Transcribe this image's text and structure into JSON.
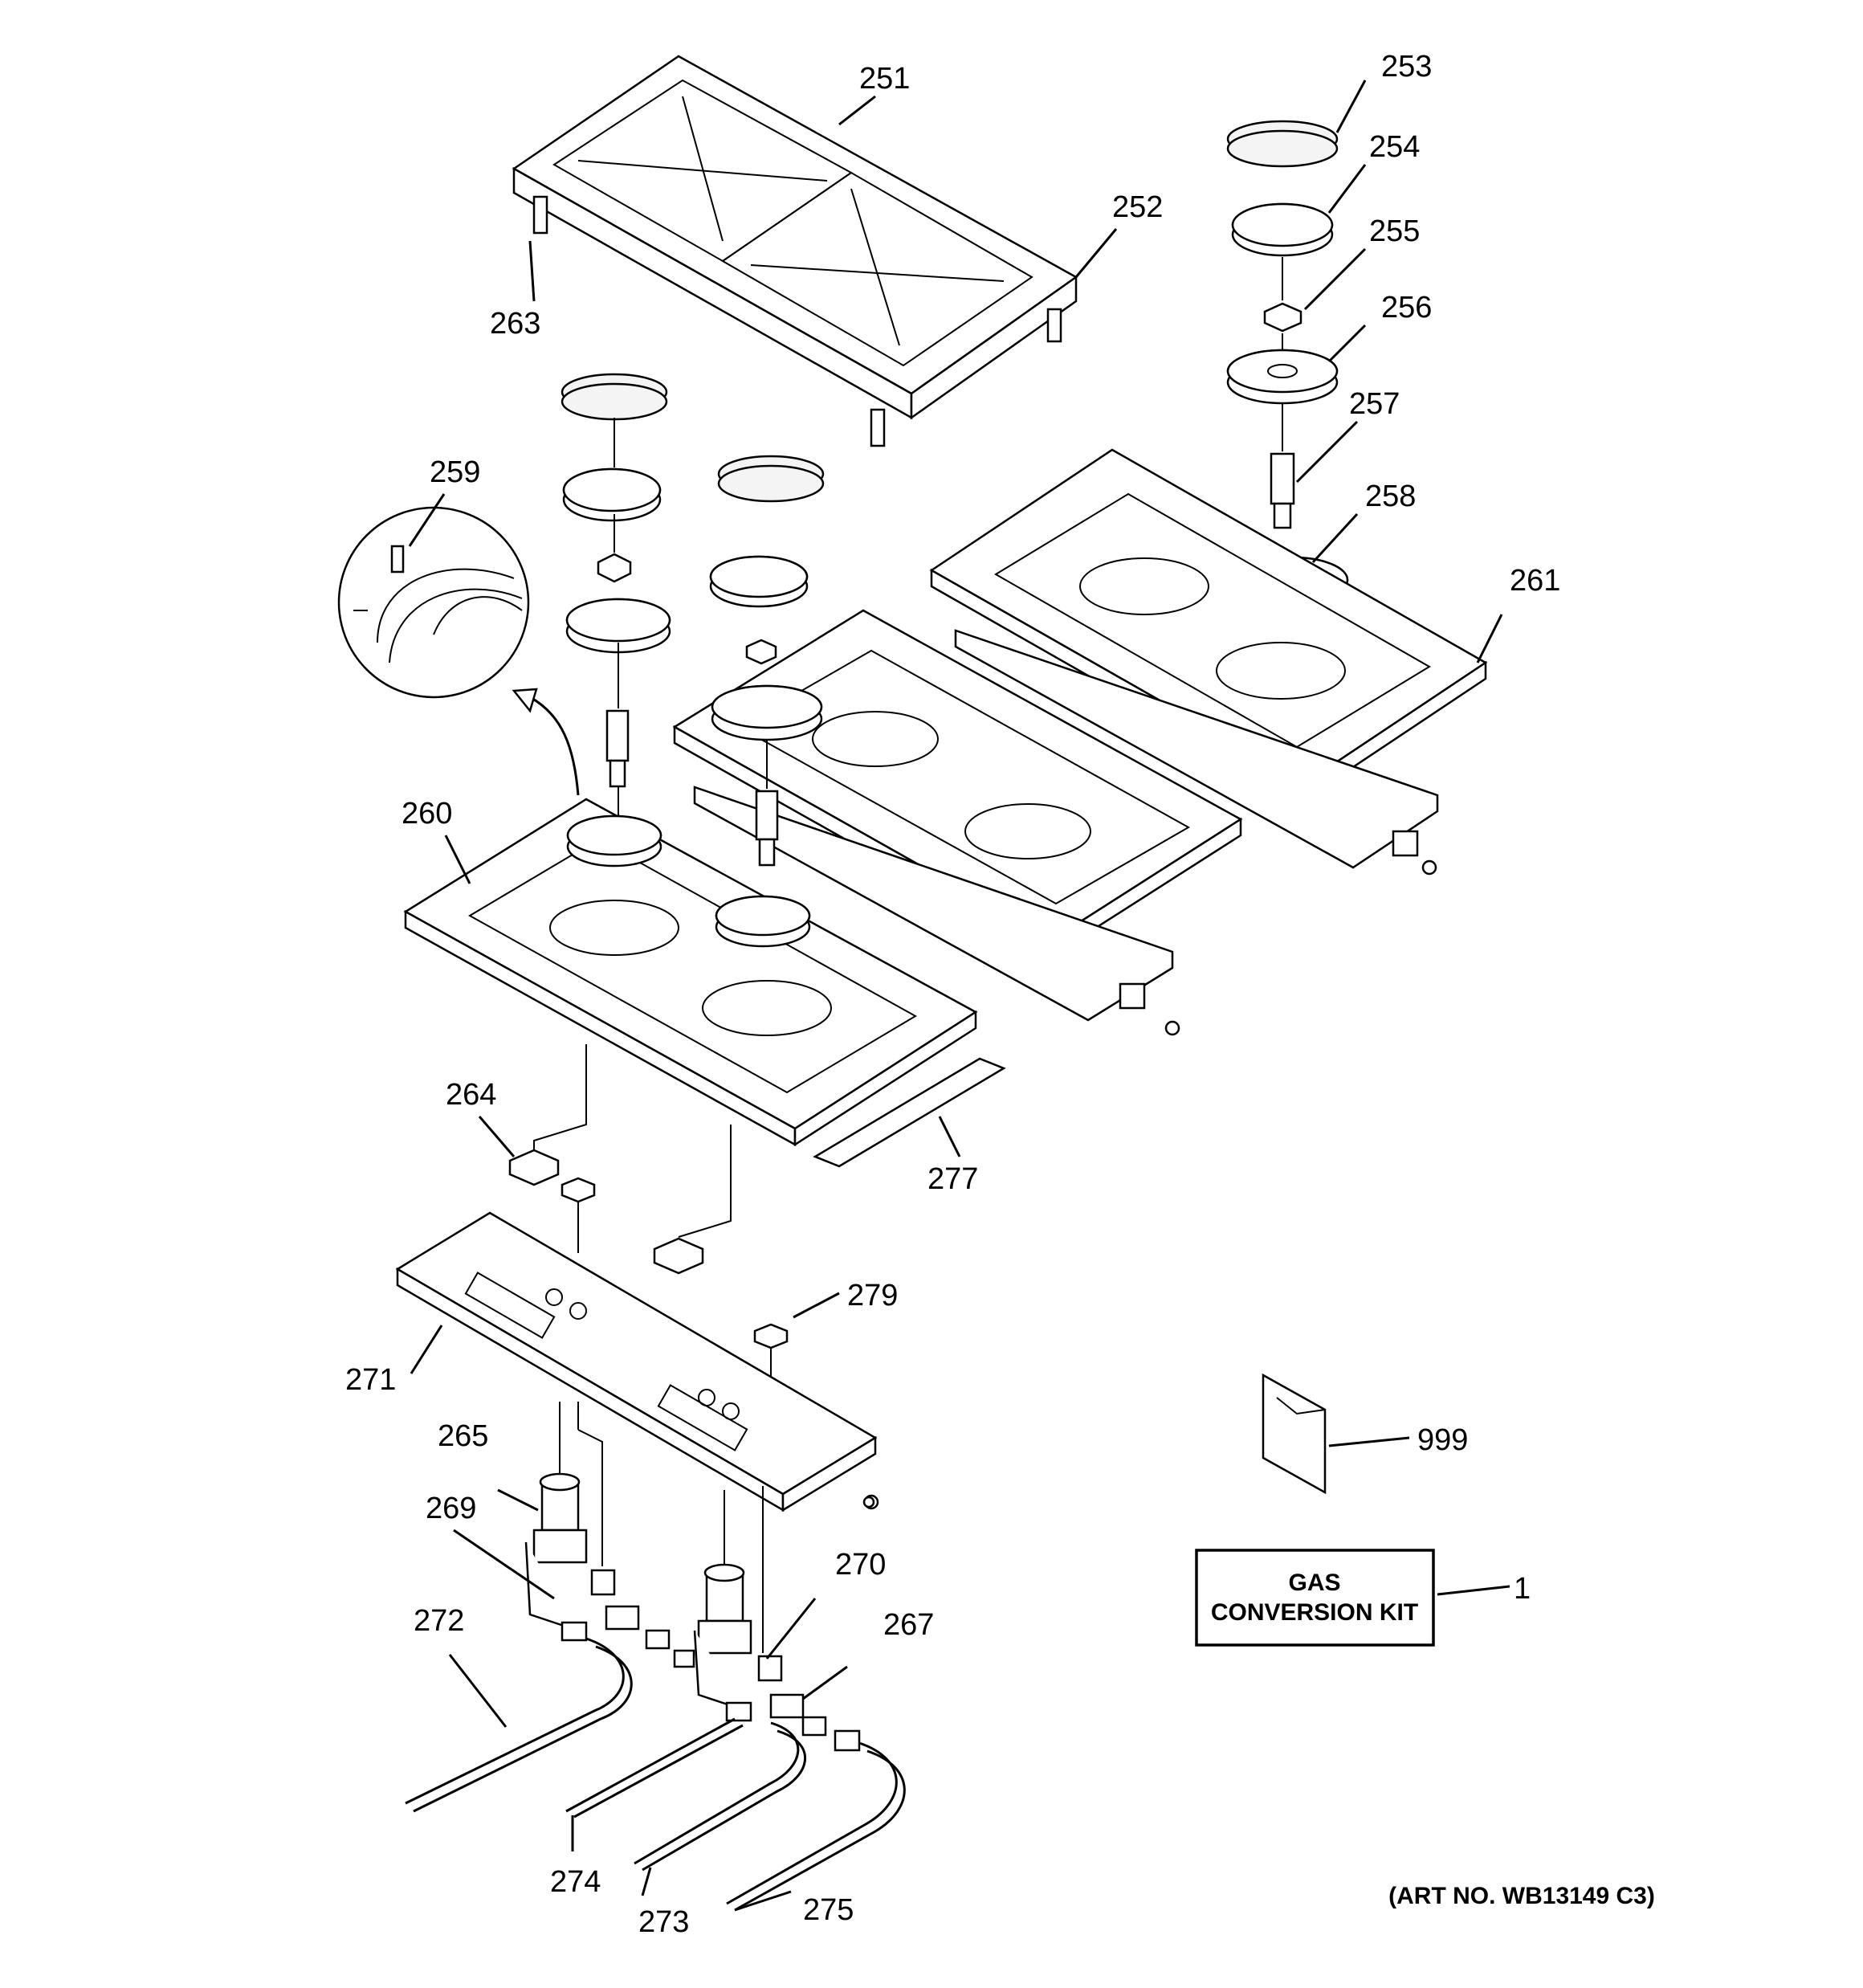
{
  "callouts": {
    "c251": "251",
    "c252": "252",
    "c253": "253",
    "c254": "254",
    "c255": "255",
    "c256": "256",
    "c257": "257",
    "c258": "258",
    "c259": "259",
    "c260": "260",
    "c261": "261",
    "c263": "263",
    "c264": "264",
    "c265": "265",
    "c267": "267",
    "c269": "269",
    "c270": "270",
    "c271": "271",
    "c272": "272",
    "c273": "273",
    "c274": "274",
    "c275": "275",
    "c277": "277",
    "c279": "279",
    "c999": "999",
    "c1": "1"
  },
  "kit_box": {
    "line1": "GAS",
    "line2": "CONVERSION KIT"
  },
  "art_number": "(ART NO. WB13149 C3)"
}
